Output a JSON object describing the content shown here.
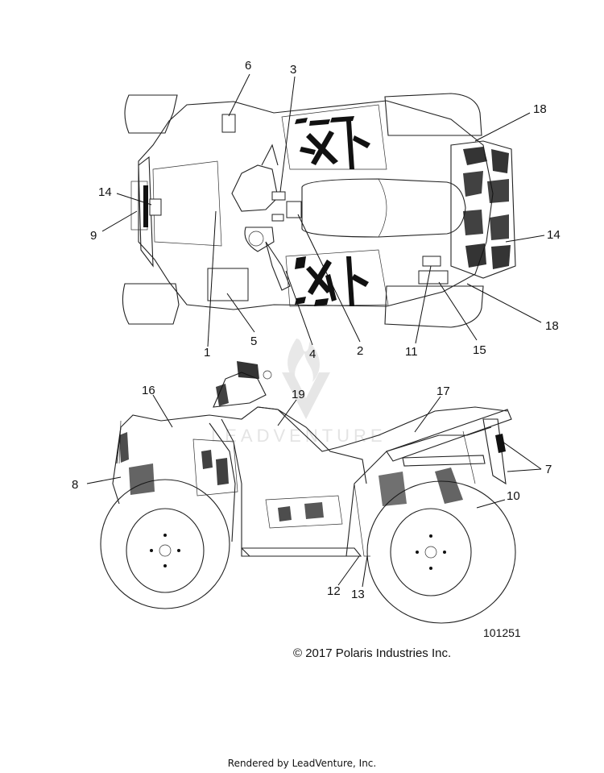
{
  "diagram": {
    "figure_number": "101251",
    "copyright": "© 2017 Polaris Industries Inc.",
    "rendered_by": "Rendered by LeadVenture, Inc.",
    "watermark_text": "LEADVENTURE",
    "top_view_callouts": [
      "6",
      "3",
      "18",
      "14",
      "9",
      "14",
      "5",
      "1",
      "4",
      "2",
      "11",
      "15",
      "18"
    ],
    "side_view_callouts": [
      "16",
      "19",
      "17",
      "8",
      "7",
      "10",
      "12",
      "13"
    ]
  }
}
